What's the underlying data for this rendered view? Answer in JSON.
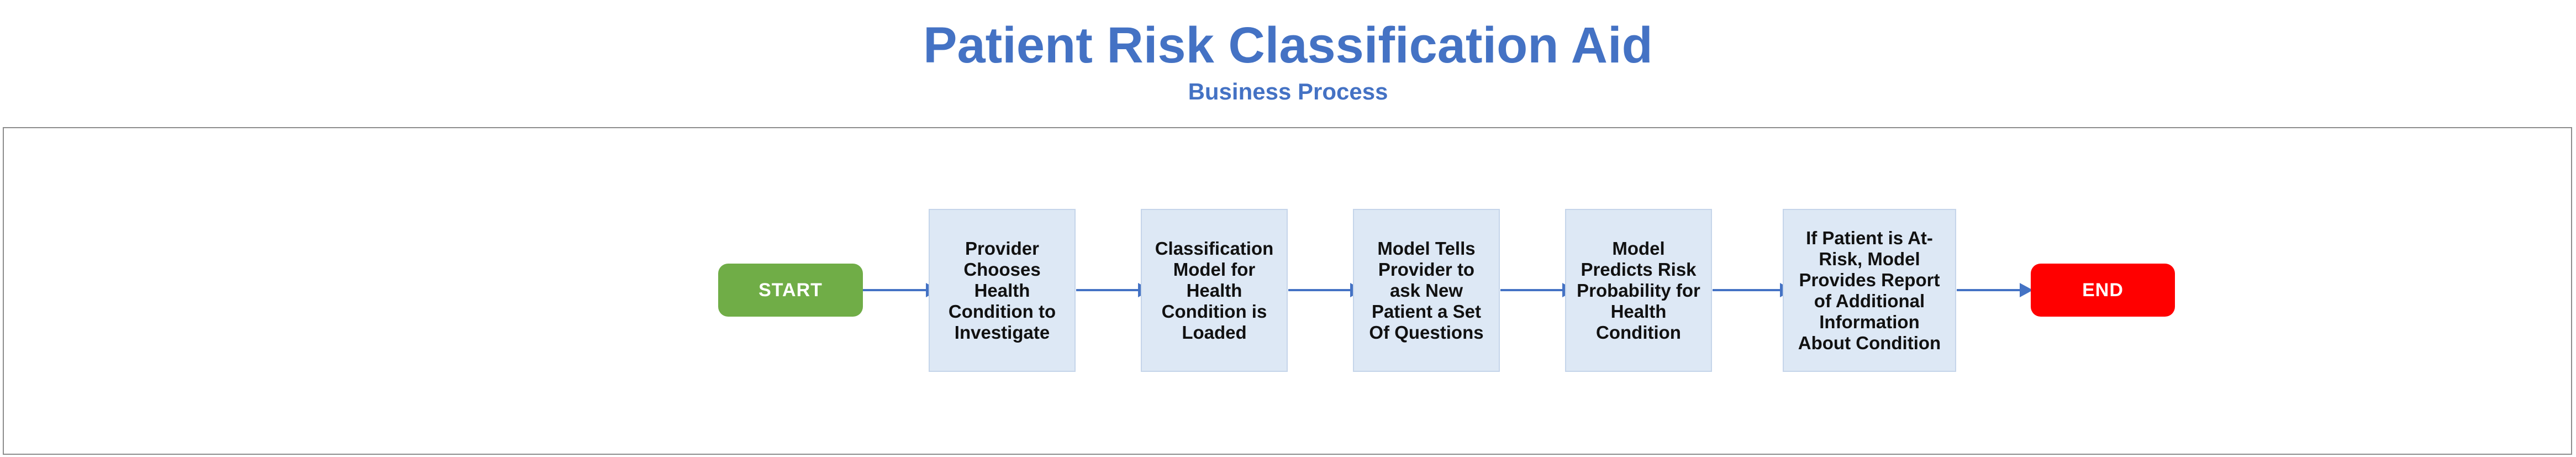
{
  "diagram": {
    "title": "Patient Risk Classification Aid",
    "subtitle": "Business Process",
    "start_label": "START",
    "end_label": "END",
    "steps": [
      "Provider Chooses Health Condition to Investigate",
      "Classification Model for Health Condition is Loaded",
      "Model Tells Provider to ask New Patient a Set Of Questions",
      "Model Predicts Risk Probability for Health Condition",
      "If Patient is At-Risk, Model Provides Report of Additional Information About Condition"
    ]
  },
  "colors": {
    "title": "#4472c4",
    "start": "#70ad47",
    "end": "#ff0000",
    "step_fill": "#dde8f5",
    "arrow": "#4472c4"
  }
}
